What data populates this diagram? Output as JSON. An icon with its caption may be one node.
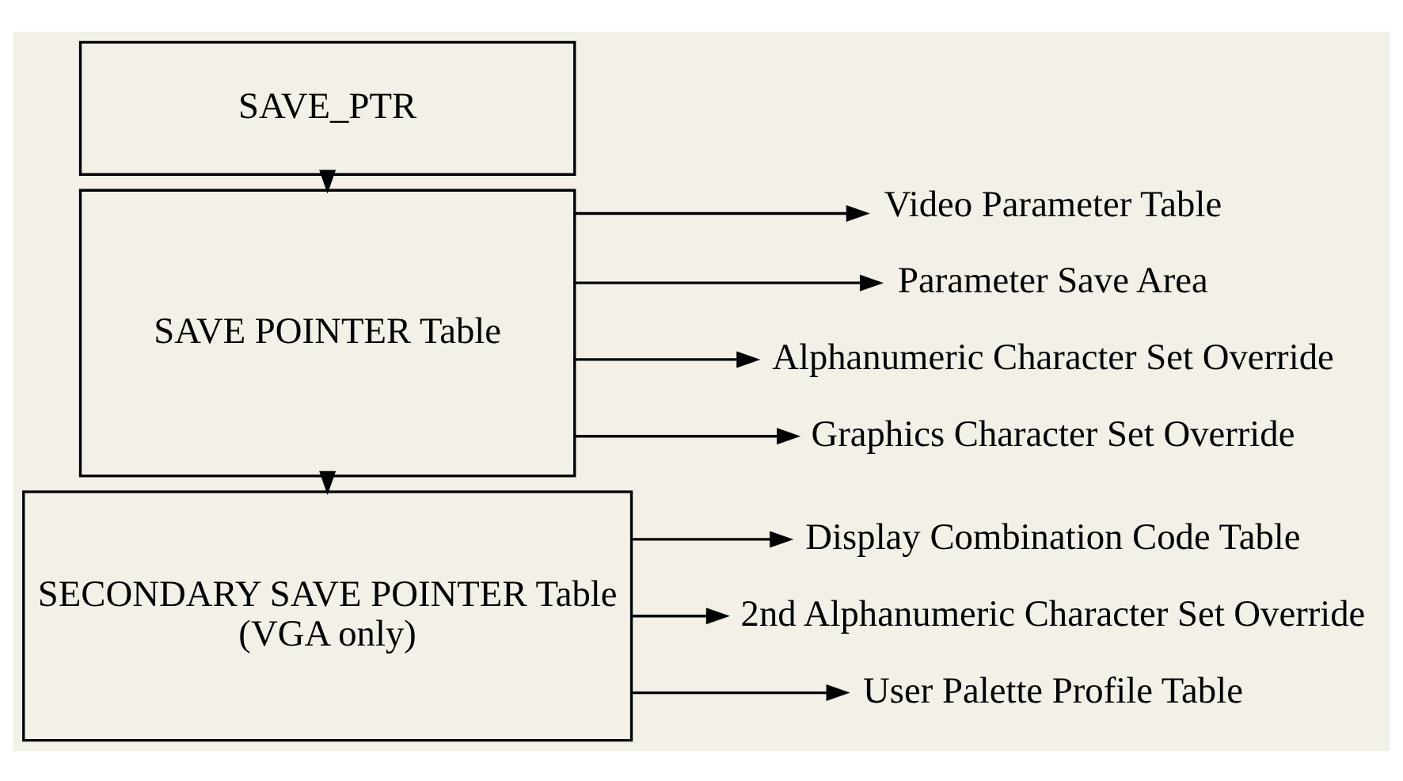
{
  "diagram": {
    "nodes": [
      {
        "text": [
          "SAVE_PTR"
        ]
      },
      {
        "text": [
          "SAVE POINTER Table"
        ]
      },
      {
        "text": [
          "Video Parameter Table"
        ]
      },
      {
        "text": [
          "Parameter Save Area"
        ]
      },
      {
        "text": [
          "Alphanumeric Character Set Override"
        ]
      },
      {
        "text": [
          "Graphics Character Set Override"
        ]
      },
      {
        "text": [
          "SECONDARY SAVE POINTER Table",
          "(VGA only)"
        ]
      },
      {
        "text": [
          "Display Combination Code Table"
        ]
      },
      {
        "text": [
          "2nd Alphanumeric Character Set Override"
        ]
      },
      {
        "text": [
          "User Palette Profile Table"
        ]
      }
    ],
    "edges": [
      {
        "from": 0,
        "to": 1,
        "arrow": "to"
      },
      {
        "from": 1,
        "to": 2,
        "arrow": "to"
      },
      {
        "from": 1,
        "to": 3,
        "arrow": "to"
      },
      {
        "from": 1,
        "to": 4,
        "arrow": "to"
      },
      {
        "from": 1,
        "to": 5,
        "arrow": "to"
      },
      {
        "from": 1,
        "to": 6,
        "arrow": "to"
      },
      {
        "from": 6,
        "to": 7,
        "arrow": "to"
      },
      {
        "from": 6,
        "to": 8,
        "arrow": "to"
      },
      {
        "from": 6,
        "to": 9,
        "arrow": "to"
      }
    ]
  }
}
